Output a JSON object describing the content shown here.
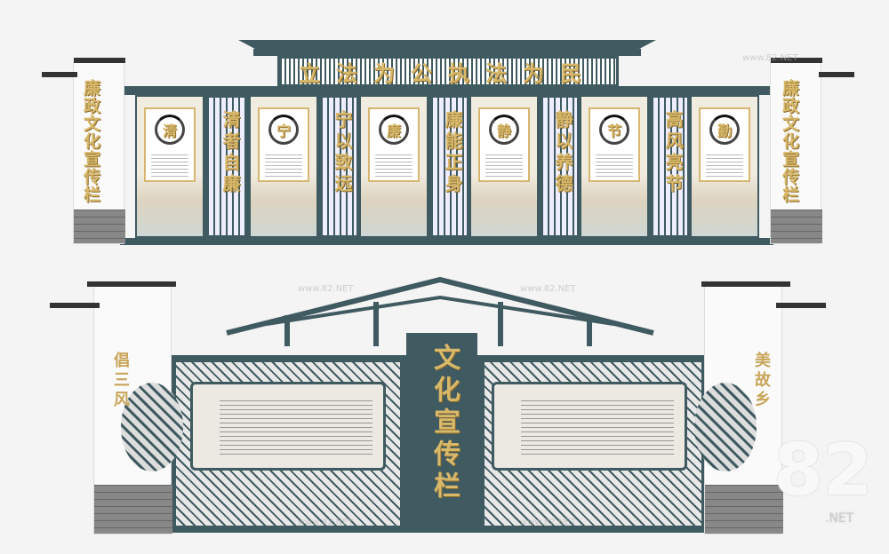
{
  "top_wall": {
    "banner": "立法为公执法为民",
    "pillar_text": "廉政文化宣传栏",
    "panels": [
      {
        "char": "清"
      },
      {
        "char": "宁"
      },
      {
        "char": "廉"
      },
      {
        "char": "静"
      },
      {
        "char": "节"
      },
      {
        "char": "勤"
      }
    ],
    "couplets": [
      "清者自廉",
      "宁以致远",
      "廉能正身",
      "静以养德",
      "高风亮节"
    ]
  },
  "bottom_wall": {
    "center_text": "文化宣传栏",
    "left_pillar_text": "倡三风",
    "right_pillar_text": "美故乡"
  },
  "watermark": {
    "small": "www.82.NET",
    "large": "82",
    "large_suffix": ".NET"
  },
  "colors": {
    "frame": "#3f5a60",
    "gold": "#d8b86a",
    "wall": "#fafafa"
  }
}
